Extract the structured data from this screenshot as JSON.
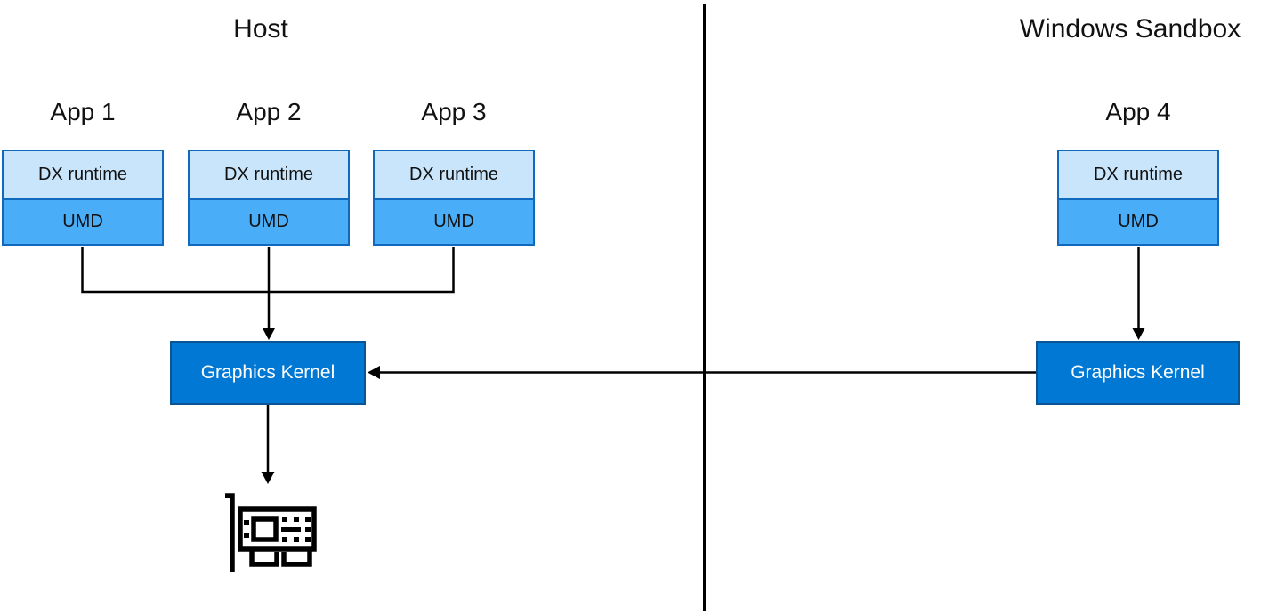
{
  "colors": {
    "dx_runtime_fill": "#c9e5fb",
    "umd_fill": "#4aadf7",
    "app_border": "#1169bd",
    "kernel_fill": "#0078d4",
    "kernel_border": "#0a5694",
    "kernel_text": "#ffffff",
    "line": "#000000",
    "text": "#111111"
  },
  "host": {
    "title": "Host",
    "apps": [
      {
        "label": "App 1",
        "dx": "DX runtime",
        "umd": "UMD"
      },
      {
        "label": "App 2",
        "dx": "DX runtime",
        "umd": "UMD"
      },
      {
        "label": "App 3",
        "dx": "DX runtime",
        "umd": "UMD"
      }
    ],
    "kernel": "Graphics Kernel"
  },
  "sandbox": {
    "title": "Windows Sandbox",
    "apps": [
      {
        "label": "App 4",
        "dx": "DX runtime",
        "umd": "UMD"
      }
    ],
    "kernel": "Graphics Kernel"
  },
  "icons": {
    "gpu": "graphics-card-icon"
  }
}
